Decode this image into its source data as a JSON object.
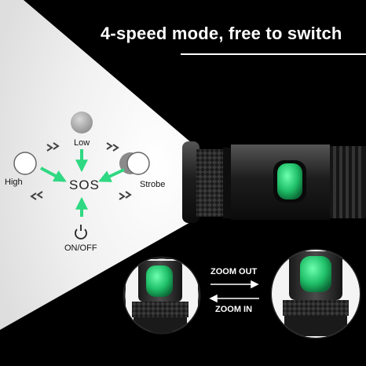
{
  "headline": "4-speed mode, free to switch",
  "modes": {
    "center": "SOS",
    "low": "Low",
    "high": "High",
    "strobe": "Strobe",
    "power": "ON/OFF"
  },
  "zoom": {
    "out_label": "ZOOM OUT",
    "in_label": "ZOOM IN"
  },
  "colors": {
    "accent_green": "#2fd882",
    "button_green": "#1faa5e",
    "background": "#000000",
    "beam": "#f2f2f2"
  },
  "icons": [
    "power-icon",
    "mode-circle",
    "chevron-icon",
    "arrow-icon"
  ]
}
